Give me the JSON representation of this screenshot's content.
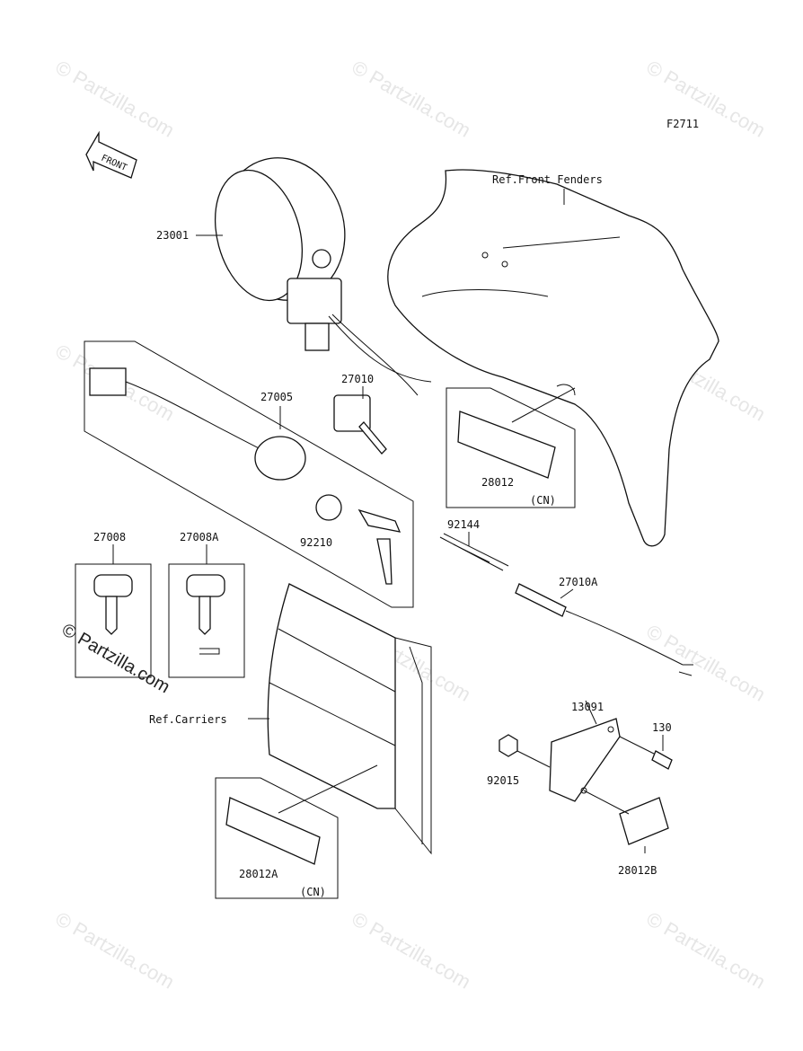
{
  "diagram_code": "F2711",
  "front_label": "FRONT",
  "watermark": "© Partzilla.com",
  "refs": {
    "front_fenders": "Ref.Front Fenders",
    "carriers": "Ref.Carriers"
  },
  "parts": {
    "p23001": "23001",
    "p27005": "27005",
    "p27010": "27010",
    "p28012": "28012",
    "p28012_cn": "(CN)",
    "p92144": "92144",
    "p92210": "92210",
    "p27008": "27008",
    "p27008A": "27008A",
    "p27010A": "27010A",
    "p13091": "13091",
    "p130": "130",
    "p92015": "92015",
    "p28012A": "28012A",
    "p28012A_cn": "(CN)",
    "p28012B": "28012B"
  }
}
